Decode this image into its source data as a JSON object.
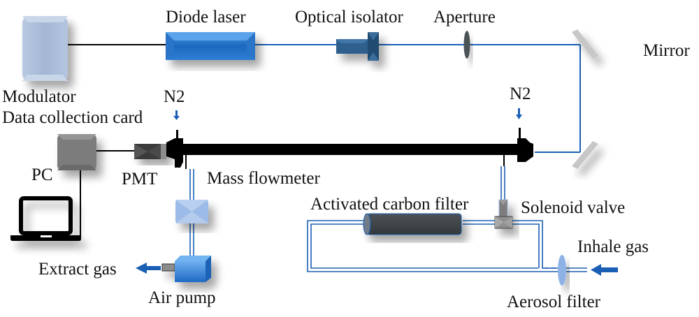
{
  "labels": {
    "diode_laser": "Diode laser",
    "optical_isolator": "Optical isolator",
    "aperture": "Aperture",
    "mirror": "Mirror",
    "modulator": "Modulator",
    "data_collection_card": "Data collection card",
    "n2_left": "N2",
    "n2_right": "N2",
    "pc": "PC",
    "pmt": "PMT",
    "mass_flowmeter": "Mass flowmeter",
    "activated_carbon_filter": "Activated carbon filter",
    "solenoid_valve": "Solenoid valve",
    "inhale_gas": "Inhale gas",
    "extract_gas": "Extract gas",
    "air_pump": "Air pump",
    "aerosol_filter": "Aerosol filter"
  },
  "colors": {
    "laser_beam": "#1a5fb4",
    "diode_laser": "#1f6fc4",
    "isolator": "#2e5f8a",
    "modulator": "#a9bcd8",
    "pc_box": "#7a7a7a",
    "pmt": "#3a3a3a",
    "tube": "#000000",
    "gas_line": "#1a5fb4",
    "carbon_filter": "#3f4447",
    "flowmeter": "#9dbbe8",
    "air_pump": "#3a86d8",
    "mirror": "#c4c4c4"
  }
}
